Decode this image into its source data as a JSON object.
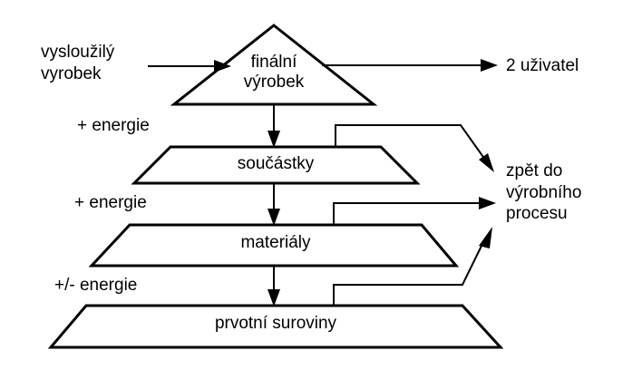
{
  "diagram": {
    "title": "Product life-cycle pyramid (Czech)",
    "colors": {
      "stroke": "#000000",
      "fill": "#ffffff",
      "text": "#000000"
    },
    "levels": [
      {
        "id": "final-product",
        "shape": "triangle",
        "label": "finální\nvýrobek"
      },
      {
        "id": "components",
        "shape": "trapezoid",
        "label": "součástky"
      },
      {
        "id": "materials",
        "shape": "trapezoid",
        "label": "materiály"
      },
      {
        "id": "raw-materials",
        "shape": "trapezoid",
        "label": "prvotní suroviny"
      }
    ],
    "inputs": [
      {
        "id": "end-of-life",
        "label": "vysloužilý\nvyrobek"
      }
    ],
    "outputs": [
      {
        "id": "user",
        "label": "2 uživatel"
      },
      {
        "id": "back-to-process",
        "label": "zpět do\nvýrobního\nprocesu"
      }
    ],
    "energy_labels": [
      {
        "id": "energy-1",
        "label": "+ energie"
      },
      {
        "id": "energy-2",
        "label": "+ energie"
      },
      {
        "id": "energy-3",
        "label": "+/- energie"
      }
    ]
  }
}
